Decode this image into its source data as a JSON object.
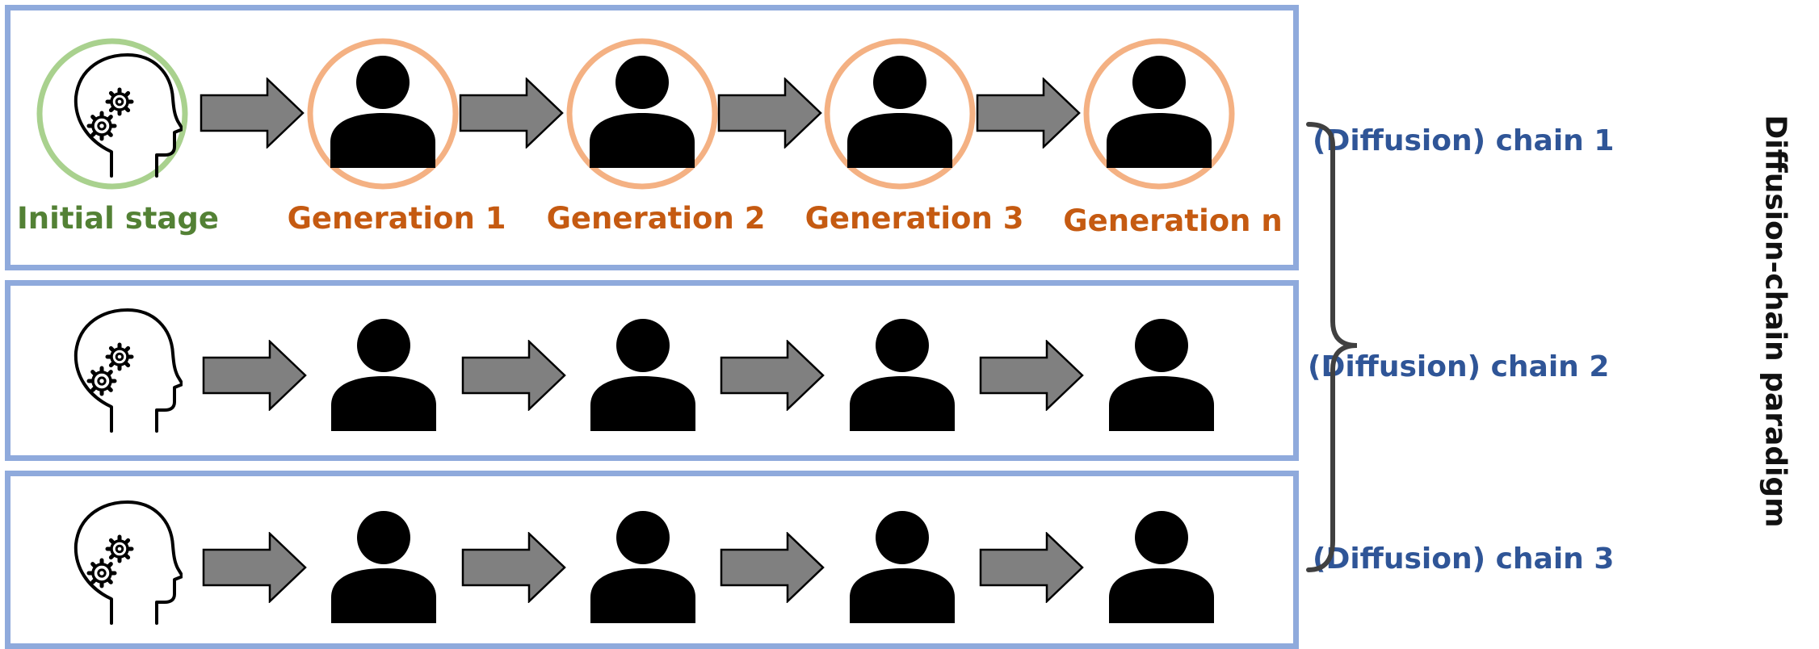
{
  "colors": {
    "panel_border": "#8faadc",
    "initial_ring": "#a9d18e",
    "generation_ring": "#f4b183",
    "initial_text": "#538135",
    "generation_text": "#c55a11",
    "chain_text": "#2f5597",
    "arrow_fill": "#808080",
    "icon_fill": "#000000"
  },
  "icons": {
    "initial": "head-with-gears-icon",
    "generation": "person-icon",
    "arrow": "right-arrow-icon",
    "brace": "right-curly-brace-icon"
  },
  "stage_labels": [
    {
      "text": "Initial stage",
      "role": "initial"
    },
    {
      "text": "Generation 1",
      "role": "generation"
    },
    {
      "text": "Generation 2",
      "role": "generation"
    },
    {
      "text": "Generation 3",
      "role": "generation"
    },
    {
      "text": "Generation n",
      "role": "generation"
    }
  ],
  "chains": [
    {
      "label": "(Diffusion) chain 1",
      "circled": true
    },
    {
      "label": "(Diffusion) chain 2",
      "circled": false
    },
    {
      "label": "(Diffusion) chain 3",
      "circled": false
    }
  ],
  "paradigm_label": "Diffusion-chain paradigm"
}
